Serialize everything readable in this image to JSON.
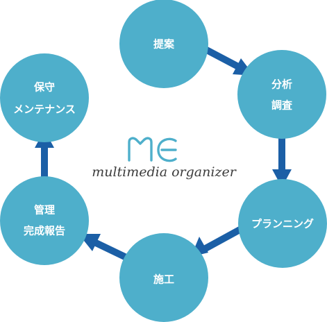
{
  "logo": {
    "mark_letters": "me",
    "tagline": "multimedia organizer",
    "color": "#4eafcb"
  },
  "colors": {
    "node": "#4eafcb",
    "arrow": "#1b5fa6",
    "node_text": "#ffffff"
  },
  "steps": [
    {
      "id": "teian",
      "lines": [
        "提案"
      ]
    },
    {
      "id": "bunseki",
      "lines": [
        "分析",
        "調査"
      ]
    },
    {
      "id": "planning",
      "lines": [
        "プランニング"
      ]
    },
    {
      "id": "seko",
      "lines": [
        "施工"
      ]
    },
    {
      "id": "kanri",
      "lines": [
        "管理",
        "完成報告"
      ]
    },
    {
      "id": "hoshu",
      "lines": [
        "保守",
        "メンテナンス"
      ]
    }
  ]
}
